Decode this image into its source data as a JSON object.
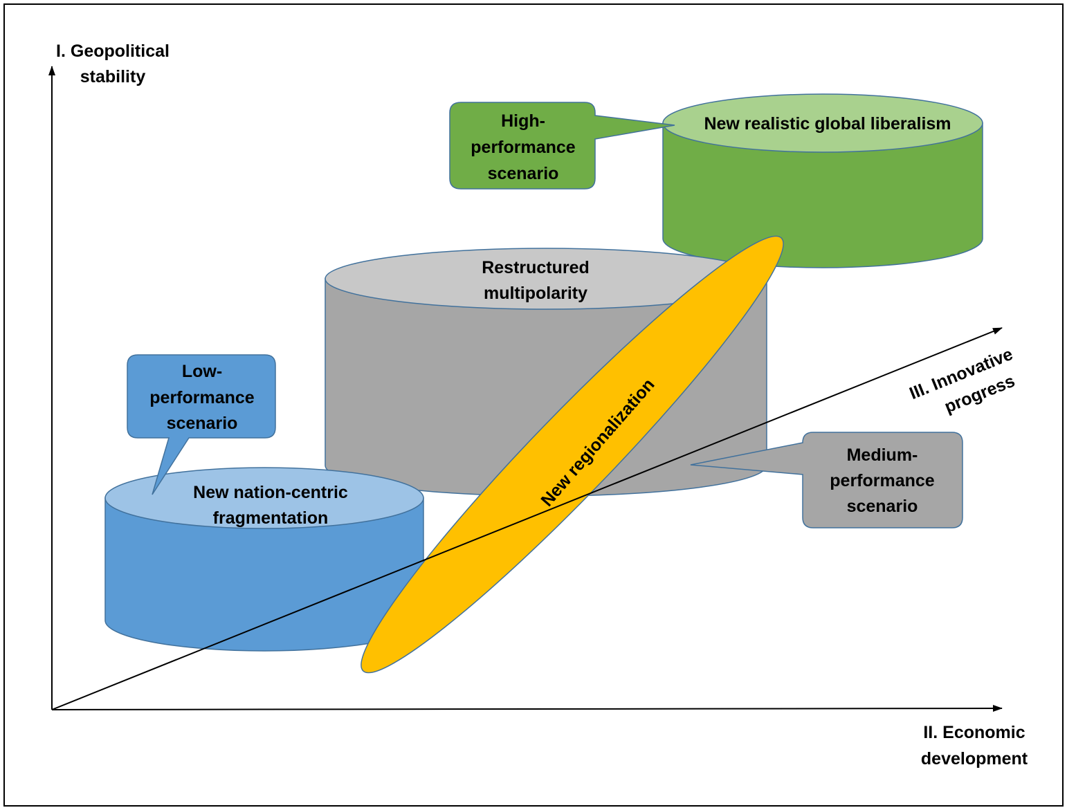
{
  "axes": {
    "y": {
      "line1": "I. Geopolitical",
      "line2": "stability"
    },
    "x": {
      "line1": "II. Economic",
      "line2": "development"
    },
    "z": {
      "line1": "III. Innovative",
      "line2": "progress"
    }
  },
  "cylinders": {
    "green": {
      "line1": "New realistic global liberalism",
      "top_color": "#a9d18e",
      "body_color": "#70ad47"
    },
    "gray": {
      "line1": "Restructured",
      "line2": "multipolarity",
      "top_color": "#c8c8c8",
      "body_color": "#a6a6a6"
    },
    "blue": {
      "line1": "New nation-centric",
      "line2": "fragmentation",
      "top_color": "#9dc3e6",
      "body_color": "#5b9bd5"
    }
  },
  "ellipse": {
    "label": "New regionalization",
    "color": "#ffc000"
  },
  "callouts": {
    "high": {
      "line1": "High-",
      "line2": "performance",
      "line3": "scenario",
      "color": "#70ad47"
    },
    "medium": {
      "line1": "Medium-",
      "line2": "performance",
      "line3": "scenario",
      "color": "#a6a6a6"
    },
    "low": {
      "line1": "Low-",
      "line2": "performance",
      "line3": "scenario",
      "color": "#5b9bd5"
    }
  }
}
